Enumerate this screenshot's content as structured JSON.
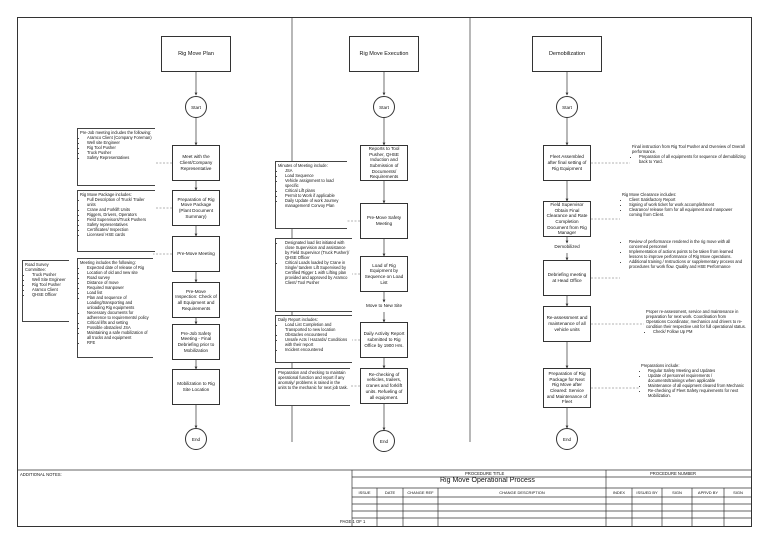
{
  "headers": {
    "plan": "Rig Move Plan",
    "execution": "Rig Move Execution",
    "demob": "Demobilization"
  },
  "plan": {
    "start": "Start",
    "meet": "Meet with the Client/Company Representative",
    "prep": "Preparation of Rig Move Package (Plant Document Summary)",
    "premeeting": "Pre-Move Meeting",
    "inspection": "Pre-Move Inspection: Check of all Equipment and Requirements",
    "prejob": "Pre-Job Safety Meeting - Final Debriefing prior to Mobilization",
    "mobilization": "Mobilization to Rig Site Location",
    "end": "End"
  },
  "execution": {
    "start": "Start",
    "reports": "Reports to Tool Pusher, QHSE Induction and Submission of Documents/ Requirements",
    "safety": "Pre-Move Safety Meeting",
    "load": "Load of Rig Equipment by Sequence on Load List",
    "move": "Move to New Site",
    "daily": "Daily Activity Report submitted to Rig Office by 1900 Hrs.",
    "recheck": "Re-checking of vehicles, trailers, cranes and forklift units. Refueling of all equipment.",
    "end": "End"
  },
  "demob": {
    "start": "Start",
    "fleet": "Fleet Assembled after final setting of Rig Equipment",
    "field": "Field Supervisor Obtain Final Clearance and Rate Completion Document from Rig Manager",
    "debriefing": "Debriefing meeting at Head Office",
    "reassess": "Re-assessment and maintenance of all vehicle units",
    "package": "Preparation of Rig Package for Next Rig Move after Cleared: Service and Maintenance of Fleet",
    "demobilized": "Demobilized",
    "end": "End"
  },
  "notes": {
    "prejob": {
      "title": "Pre-Job meeting includes the following:",
      "items": [
        "Aramco Client (Company Foreman)",
        "Well site Engineer",
        "Rig Tool Pusher",
        "Truck Pusher",
        "Safety Representatives"
      ]
    },
    "package": {
      "title": "Rig Move Package includes:",
      "items": [
        "Full Description of Truck/ Trailer units",
        "Crane and Forklift Units",
        "Riggers, Drivers, Operators",
        "Field Supervisors/Truck Pushers",
        "Safety representatives",
        "Certificates/ Inspection",
        "Licenses/ HSE cards"
      ]
    },
    "survey": {
      "title": "Road Survey Committee:",
      "items": [
        "Truck Pusher",
        "Well Site Engineer",
        "Rig Tool Pusher",
        "Aramco Client",
        "QHSE Officer"
      ]
    },
    "meeting": {
      "title": "Meeting includes the following:",
      "items": [
        "Expected date of release of Rig",
        "Location of old and new site",
        "Road survey",
        "Distance of move",
        "Required manpower",
        "Load list",
        "Plan and sequence of Loading/transporting and unloading Rig equipments",
        "Necessary documents for adherence to requirements/ policy",
        "Critical lifts and setting",
        "Possible obstacles/ JSA",
        "Maintaining a safe mobilization of all trucks and equipment",
        "RFE"
      ]
    },
    "minutes": {
      "title": "Minutes of Meeting include:",
      "items": [
        "JSA",
        "Load Sequence",
        "Vehicle assignment to load specific",
        "Critical Lift plans",
        "Permit to Work if applicable",
        "Daily Update of work Journey management/ Convoy Plan"
      ]
    },
    "lifts": {
      "items": [
        "Designated load list initiated with close Supervision and assistance by Field Supervisor (Truck Pusher)/ QHSE Officer",
        "Critical Loads loaded by Crane in Single/ tandem Lift Supervised by Certified Rigger 1 with Lifting plan provided and approved by Aramco Client/ Tool Pusher"
      ]
    },
    "dailyreport": {
      "title": "Daily Report includes:",
      "items": [
        "Load List Completion and Transported to new location",
        "Obstacles encountered",
        "Unsafe Acts / Hazards/ Conditions with their report",
        "Incident encountered"
      ]
    },
    "preparation": {
      "text": "Preparation and checking to maintain operational function and report if any anomaly/ problems is raised in the units to the mechanic for next job task."
    },
    "final": {
      "text": "Final instruction from Rig Tool Pusher and Overview of Overall performance.",
      "items": [
        "Preparation of all equipments for sequence of demobilizing back to Yard."
      ]
    },
    "clearance": {
      "title": "Rig Move Clearance includes:",
      "items": [
        "Client Satisfactory Report",
        "Signing of work ticket for work accomplishment",
        "Clearance/ release form for all equipment and manpower coming from Client."
      ]
    },
    "review": {
      "items": [
        "Review of performance rendered in the rig move with all concerned personnel",
        "Implementation of actions points to be taken from learned lessons to improve performance of Rig Move operations.",
        "Additional training / Instructions or supplementary process and procedures for work flow. Quality and HSE Performance"
      ]
    },
    "reassess": {
      "text": "Proper re-assessment, service and maintenance in preparation for next work. Coordination from Operations Coordinator, mechanics and drivers to re-condition their respective unit for full operational status.",
      "items": [
        "Check/ Follow Up PM"
      ]
    },
    "preparations": {
      "title": "Preparations include:",
      "items": [
        "Regular Safety Meeting and Updates",
        "Update of personnel requirements / documents/trainings when applicable",
        "Maintenance of all equipment cleared from Mechanic",
        "Re-checking of Fleet Safety requirements for next Mobilization."
      ]
    }
  },
  "title_block": {
    "additional_notes": "ADDITIONAL NOTES:",
    "procedure_title_label": "PROCEDURE TITLE",
    "procedure_title": "Rig Move Operational Process",
    "procedure_number_label": "PROCEDURE NUMBER",
    "columns": [
      "ISSUE",
      "DATE",
      "CHANGE REF",
      "CHANGE DESCRIPTION",
      "INDEX",
      "ISSUED BY",
      "SIGN",
      "APRVD BY",
      "SIGN"
    ],
    "page": "PAGE 1 OF 1"
  }
}
